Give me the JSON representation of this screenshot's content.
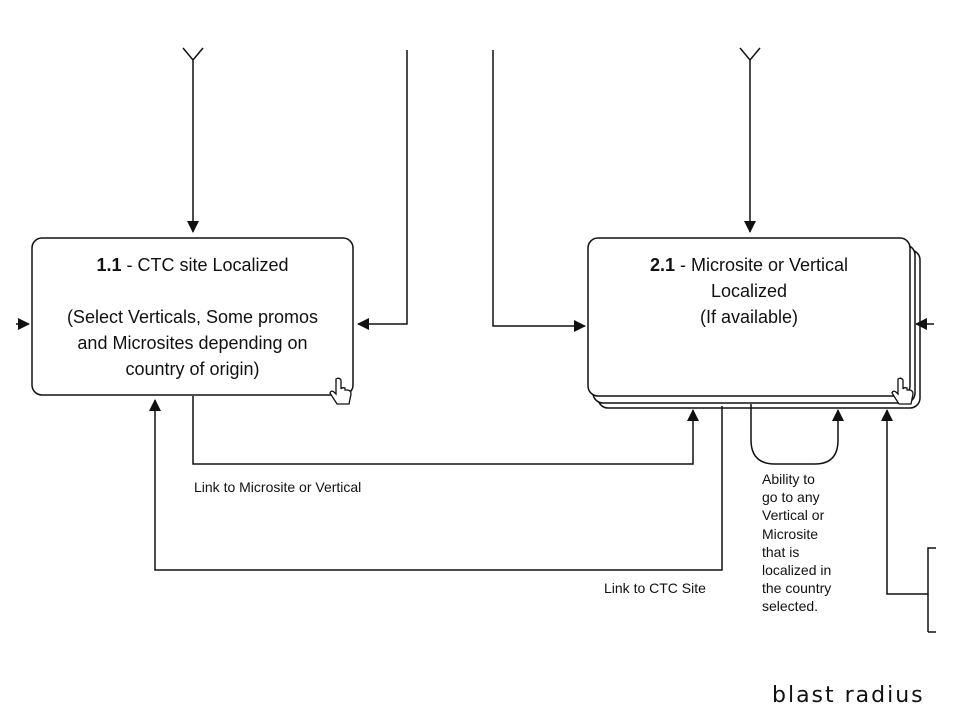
{
  "boxes": {
    "box_1_1": {
      "id": "1.1",
      "title": " - CTC site Localized",
      "detail": [
        "(Select Verticals, Some promos",
        "and Microsites depending on",
        "country of origin)"
      ]
    },
    "box_2_1": {
      "id": "2.1",
      "title": " - Microsite or Vertical",
      "detail": [
        "Localized",
        "(If available)"
      ]
    }
  },
  "labels": {
    "link_microsite": "Link to Microsite or Vertical",
    "link_ctc": "Link to CTC Site"
  },
  "note": {
    "lines": [
      "Ability to",
      "go to any",
      "Vertical or",
      "Microsite",
      "that is",
      "localized in",
      "the country",
      "selected."
    ]
  },
  "brand": {
    "logo_text": "blast radius"
  },
  "colors": {
    "stroke": "#111111",
    "box_fill": "#ffffff"
  },
  "icons": {
    "link_cursor": "hand-pointer-icon"
  }
}
